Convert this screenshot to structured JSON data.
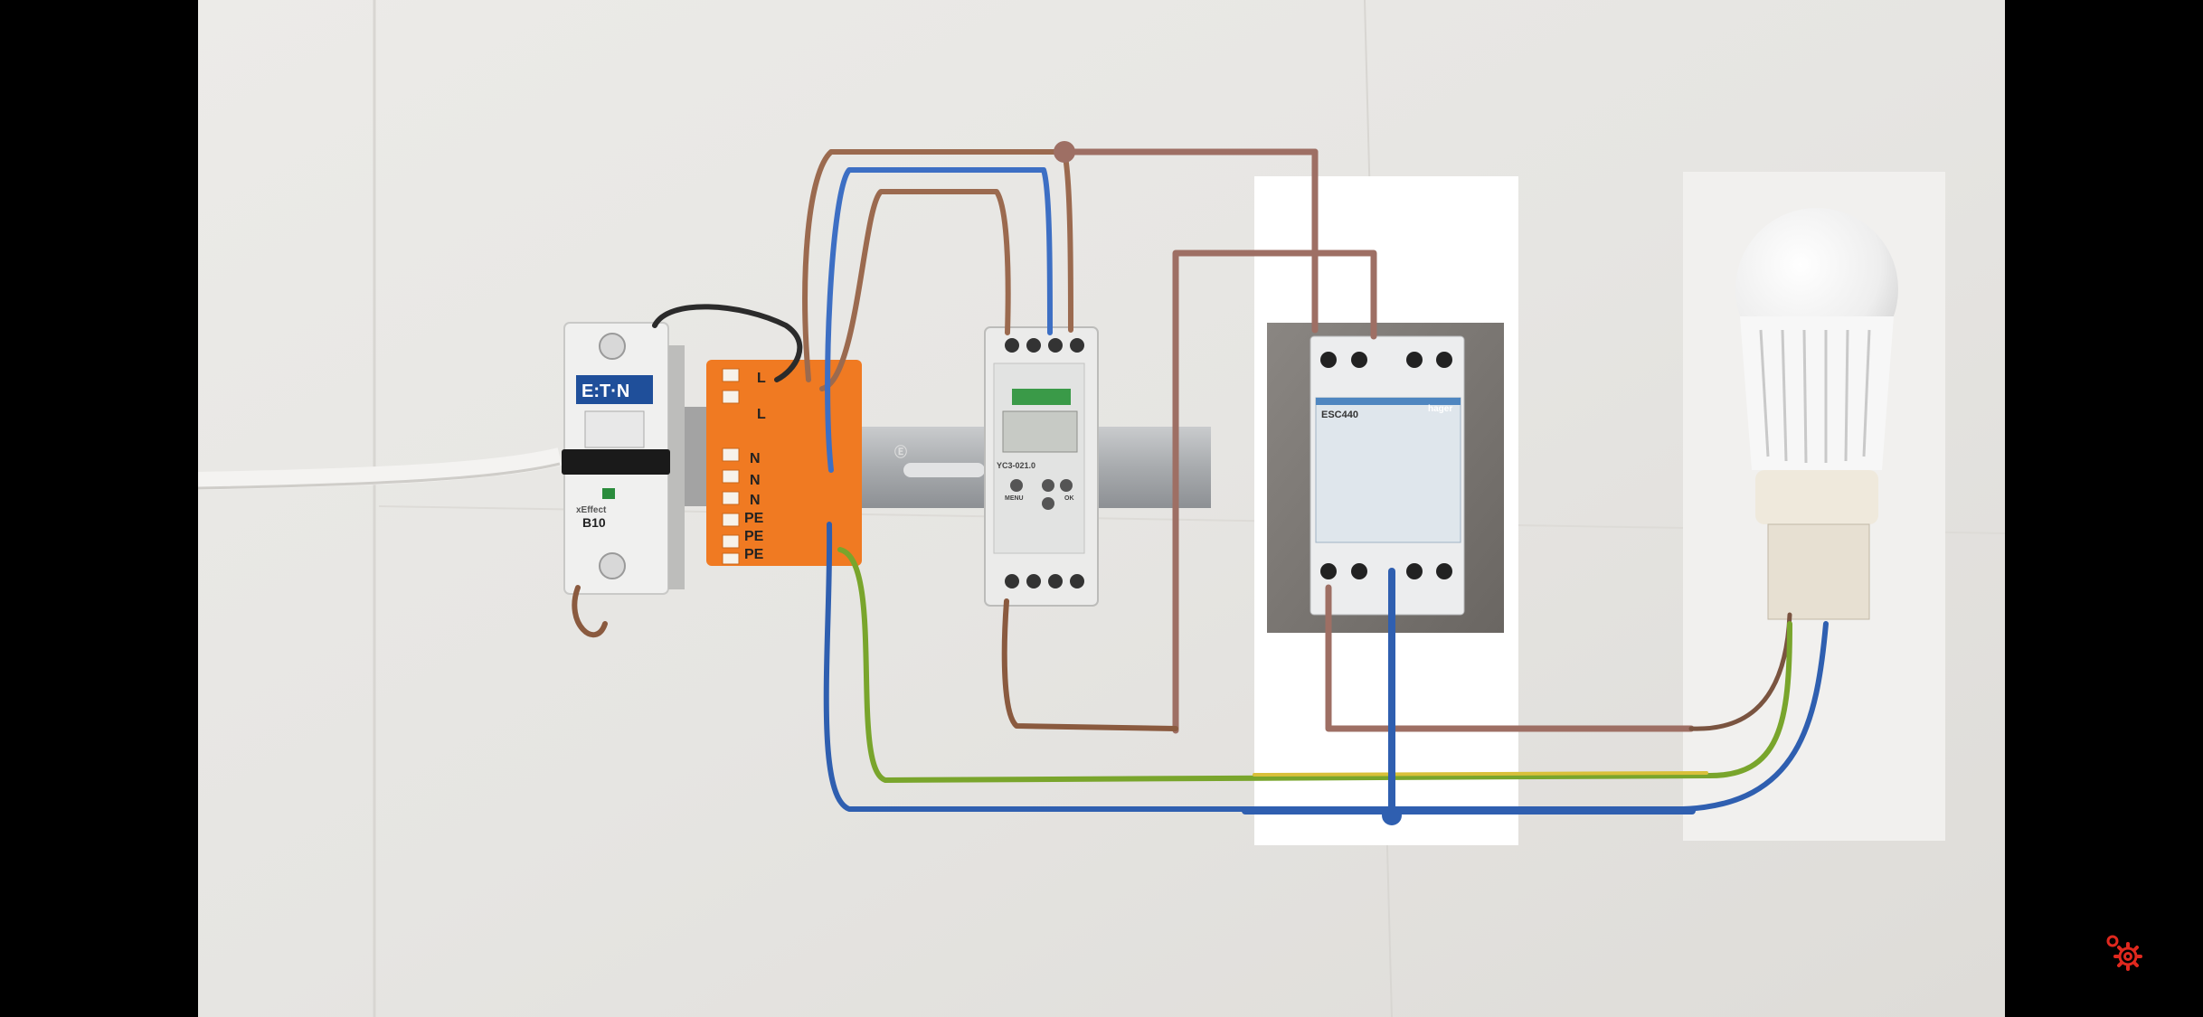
{
  "photo": {
    "description_visible_labels": true,
    "breaker": {
      "brand": "E:T·N",
      "rating": "B10",
      "curve": "xEffect"
    },
    "terminal_block": {
      "labels": [
        "L",
        "L",
        "N",
        "N",
        "N",
        "PE",
        "PE",
        "PE"
      ]
    },
    "timer": {
      "model": "YC3-021.0",
      "button_menu": "MENU",
      "button_ok": "OK"
    },
    "contactor": {
      "brand": "hager",
      "model": "ESC440"
    },
    "din_rail_text": "Ⓔ"
  },
  "colors": {
    "wire_brown": "#9e6f64",
    "wire_blue": "#2f5fb0",
    "wire_green": "#79a52c",
    "wire_yellow": "#d9c03a",
    "terminal_orange": "#f07a22",
    "wall": "#e9e8e5",
    "gear_red": "#e0281e"
  },
  "player": {
    "settings_icon": "gear-icon"
  }
}
